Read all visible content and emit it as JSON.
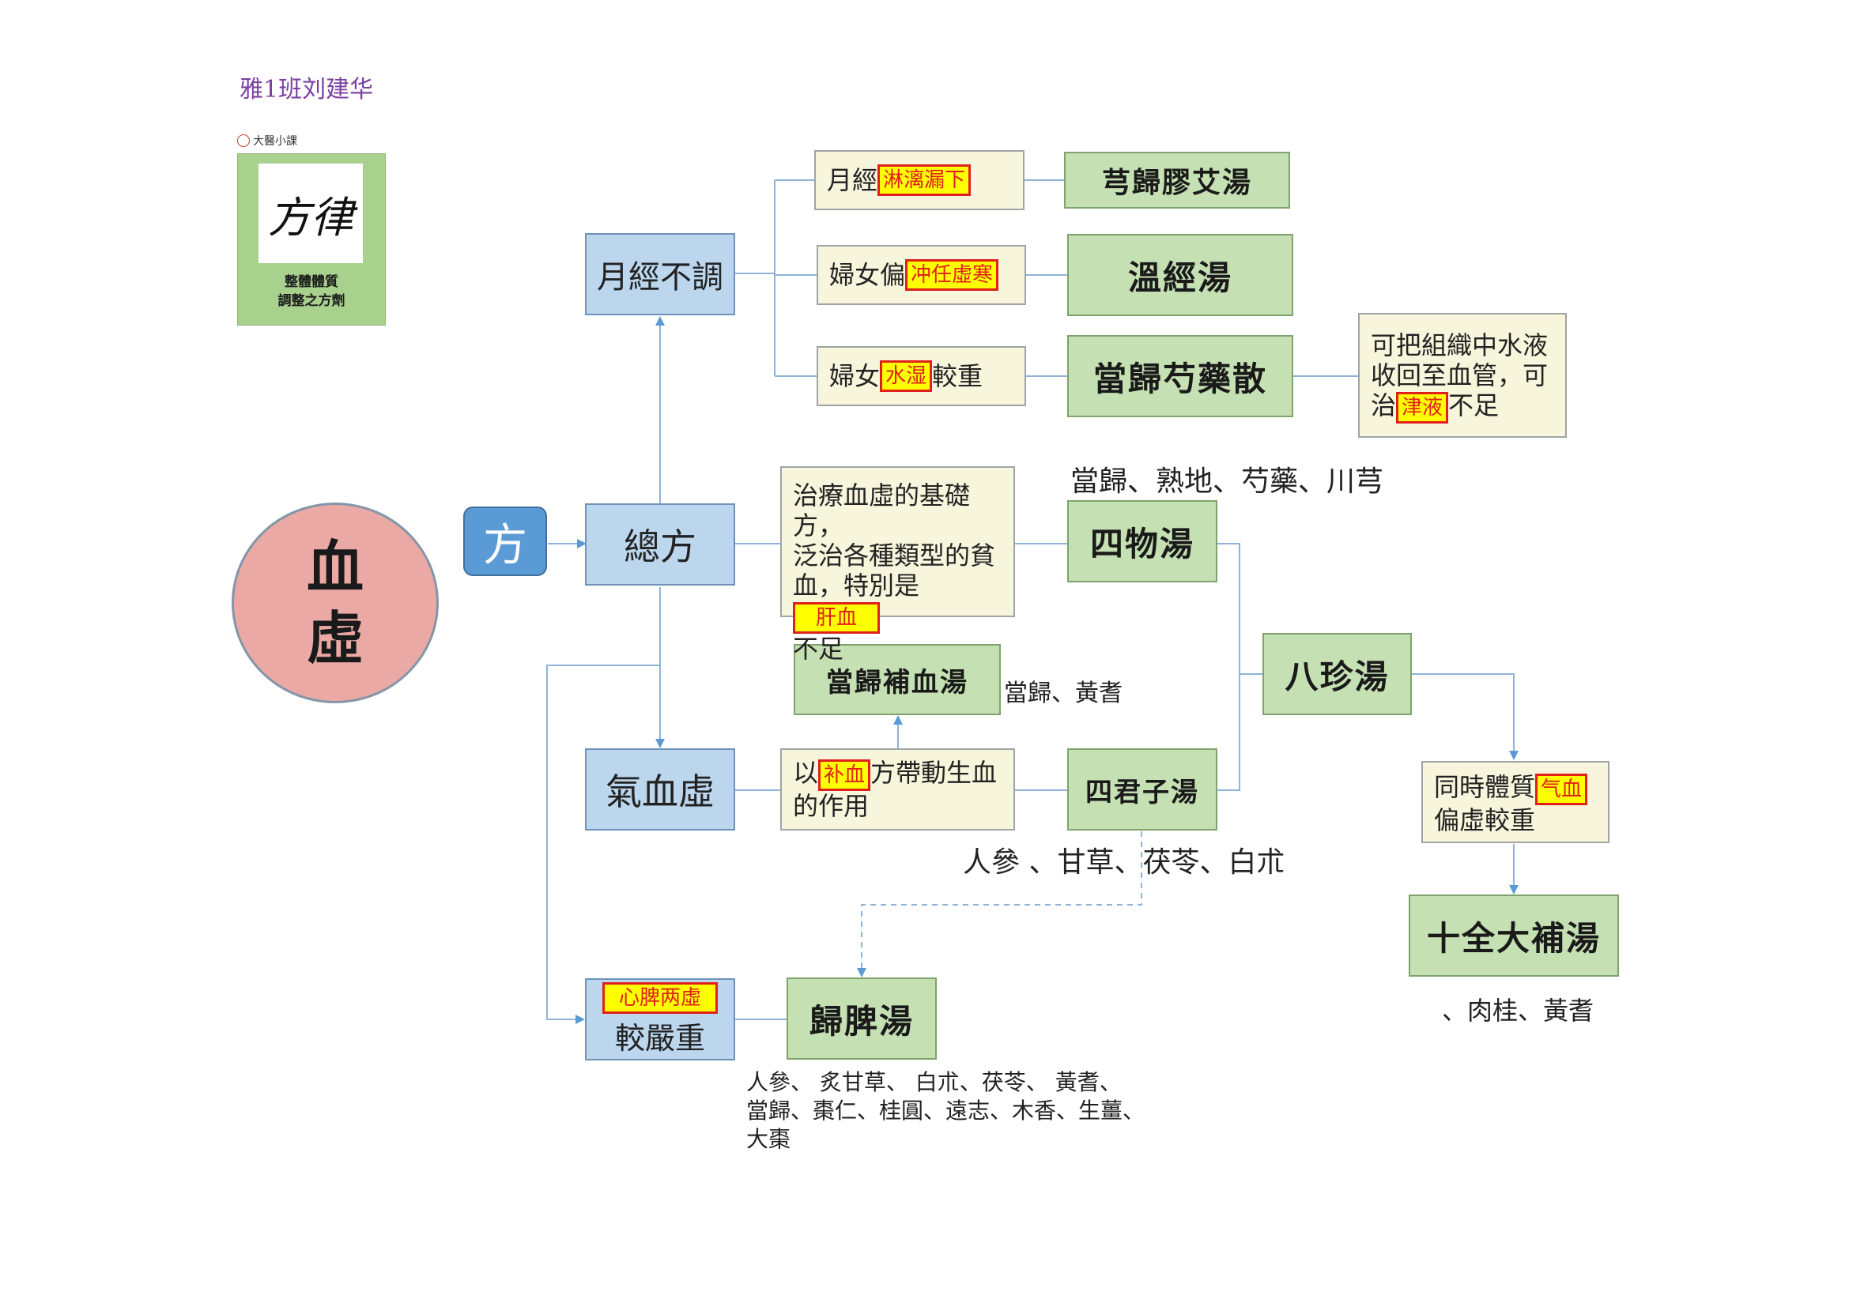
{
  "header": {
    "author": "雅1班刘建华"
  },
  "logo": {
    "brand": "大醫小課",
    "calligraphy": "方律",
    "caption_line1": "整體體質",
    "caption_line2": "調整之方劑"
  },
  "main": {
    "char1": "血",
    "char2": "虛",
    "fang": "方"
  },
  "categories": {
    "menstrual": "月經不調",
    "general": "總方",
    "qi_blood": "氣血虛",
    "heart_spleen_tail": "較嚴重"
  },
  "conditions": {
    "c1_prefix": "月經",
    "c1_hl": "淋漓漏下",
    "c2_prefix": "婦女偏",
    "c2_hl": "冲任虛寒",
    "c3_prefix": "婦女",
    "c3_hl": "水湿",
    "c3_suffix": "較重",
    "heart_spleen_hl": "心脾两虛"
  },
  "formulas": {
    "f1": "芎歸膠艾湯",
    "f2": "溫經湯",
    "f3": "當歸芍藥散",
    "siwu": "四物湯",
    "danggui_buxue": "當歸補血湯",
    "sijunzi": "四君子湯",
    "bazhen": "八珍湯",
    "shiquan": "十全大補湯",
    "guipi": "歸脾湯"
  },
  "notes": {
    "fluid_l1": "可把組織中水液",
    "fluid_l2": "收回至血管，可",
    "fluid_l3a": "治",
    "fluid_hl": "津液",
    "fluid_l3b": "不足",
    "siwu_l1": "治療血虛的基礎方，",
    "siwu_l2": "泛治各種類型的貧",
    "siwu_l3a": "血，特別是",
    "siwu_hl": "肝血",
    "siwu_l4": "不足",
    "buxue_a": "以",
    "buxue_hl": "补血",
    "buxue_b": "方帶動生血",
    "buxue_c": "的作用",
    "tizhi_a": "同時體質",
    "tizhi_hl": "气血",
    "tizhi_b": "偏虛較重"
  },
  "ingredients": {
    "siwu": "當歸、熟地、芍藥、川芎",
    "danggui_buxue": "當歸、黃耆",
    "sijunzi": "人參 、甘草、茯苓、白朮",
    "shiquan": "、肉桂、黃耆",
    "guipi_l1": "人參、 炙甘草、 白朮、茯苓、 黃耆、",
    "guipi_l2": "當歸、棗仁、桂圓、遠志、木香、生薑、",
    "guipi_l3": "大棗"
  }
}
